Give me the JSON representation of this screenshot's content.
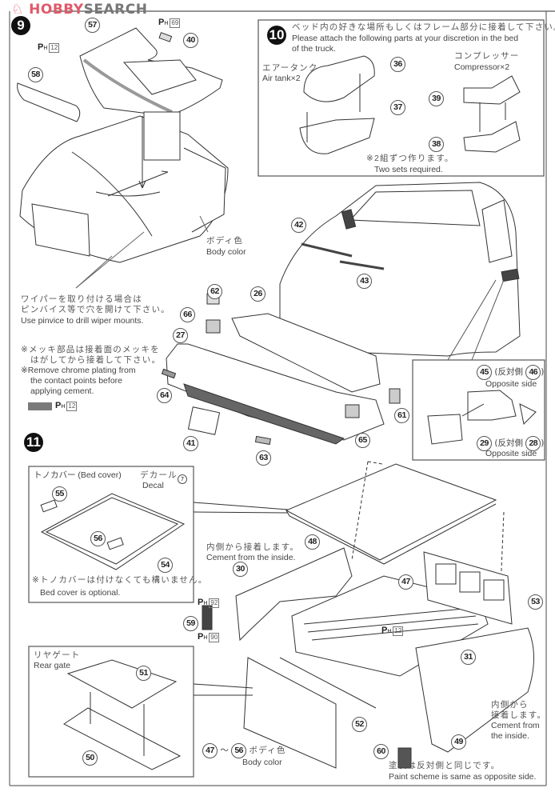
{
  "header": {
    "logo_mark": "♘",
    "logo_brand": "HOBBY",
    "logo_site": "SEARCH"
  },
  "step9": {
    "number": "9",
    "parts": [
      "57",
      "40",
      "58"
    ],
    "paint_refs": [
      {
        "code": "H",
        "num": "69"
      },
      {
        "code": "H",
        "num": "12"
      }
    ],
    "body_color_jp": "ボディ色",
    "body_color_en": "Body color",
    "wiper_note_jp_1": "ワイパーを取り付ける場合は",
    "wiper_note_jp_2": "ピンバイス等で穴を開けて下さい。",
    "wiper_note_en": "Use pinvice to drill wiper mounts."
  },
  "step10": {
    "number": "10",
    "note_jp": "ベッド内の好きな場所もしくはフレーム部分に接着して下さい。",
    "note_en_1": "Please attach the following parts at your discretion in the bed",
    "note_en_2": "of the truck.",
    "air_tank_jp": "エアータンク",
    "air_tank_en": "Air tank×2",
    "compressor_jp": "コンプレッサー",
    "compressor_en": "Compressor×2",
    "parts": [
      "36",
      "37",
      "39",
      "38"
    ],
    "sets_jp": "※2組ずつ作ります。",
    "sets_en": "Two sets required."
  },
  "front": {
    "parts": [
      "42",
      "43",
      "62",
      "26",
      "66",
      "27",
      "64",
      "41",
      "63",
      "65",
      "61"
    ],
    "chrome_note_jp_1": "※メッキ部品は接着面のメッキを",
    "chrome_note_jp_2": "はがしてから接着して下さい。",
    "chrome_note_en_1": "※Remove chrome plating from",
    "chrome_note_en_2": "the contact points before",
    "chrome_note_en_3": "applying cement.",
    "swatch_ref": {
      "code": "H",
      "num": "12"
    },
    "swatch_color": "#7a7a7a"
  },
  "mirror": {
    "part_a": "45",
    "part_a_opp": "46",
    "part_b": "29",
    "part_b_opp": "28",
    "opp_jp": "(反対側",
    "opp_close": ")",
    "opp_en": "Opposite side"
  },
  "step11": {
    "number": "11",
    "bed_cover_title": "トノカバー (Bed cover)",
    "decal_jp": "デカール",
    "decal_num": "7",
    "decal_en": "Decal",
    "bed_cover_parts": [
      "55",
      "56",
      "54"
    ],
    "bed_cover_note_jp": "※トノカバーは付けなくても構いません。",
    "bed_cover_note_en": "Bed cover is optional.",
    "cement_inside_jp": "内側から接着します。",
    "cement_inside_en": "Cement from the inside.",
    "parts": [
      "48",
      "30",
      "47",
      "53",
      "59",
      "31",
      "52",
      "49",
      "60"
    ],
    "paint_refs": [
      {
        "code": "H",
        "num": "92"
      },
      {
        "code": "H",
        "num": "90"
      },
      {
        "code": "H",
        "num": "12"
      }
    ],
    "rear_gate_jp": "リヤゲート",
    "rear_gate_en": "Rear gate",
    "rear_gate_parts": [
      "51",
      "50"
    ],
    "range_from": "47",
    "range_sep": "～",
    "range_to": "56",
    "range_body_jp": "ボディ色",
    "range_body_en": "Body color",
    "side_cement_jp_1": "内側から",
    "side_cement_jp_2": "接着します。",
    "side_cement_en_1": "Cement from",
    "side_cement_en_2": "the inside.",
    "paint_same_jp": "塗装は反対側と同じです。",
    "paint_same_en": "Paint scheme is same as opposite side."
  }
}
